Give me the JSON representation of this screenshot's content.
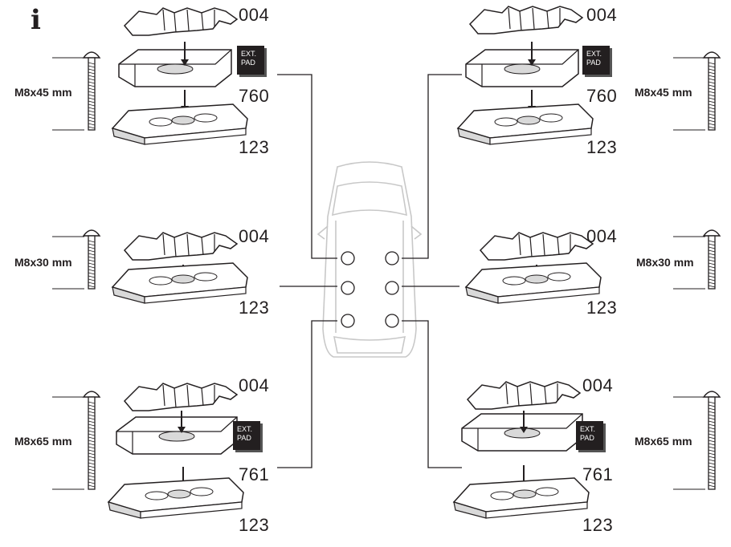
{
  "info_icon": "i",
  "part_numbers": {
    "foot_004": "004",
    "pad_760": "760",
    "pad_761": "761",
    "base_123": "123"
  },
  "ext_pad": {
    "line1": "EXT.",
    "line2": "PAD"
  },
  "screws": {
    "front": "M8x45 mm",
    "middle": "M8x30 mm",
    "rear": "M8x65 mm"
  },
  "colors": {
    "ink": "#231f20",
    "car_outline": "#c8c8c8",
    "fill": "#ffffff",
    "shade": "#d9d9d9"
  }
}
